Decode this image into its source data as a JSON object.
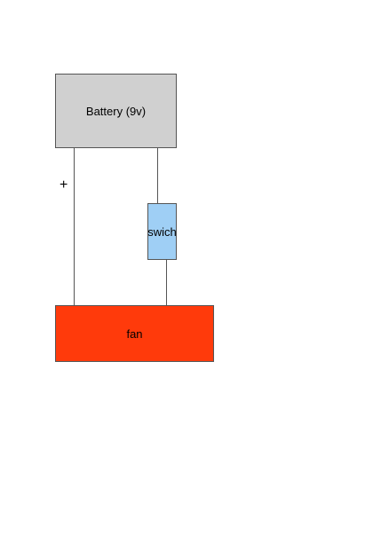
{
  "diagram": {
    "battery": {
      "label": "Battery (9v)",
      "color": "#d0d0d0"
    },
    "switch": {
      "label": "swich",
      "color": "#9fcff5"
    },
    "fan": {
      "label": "fan",
      "color": "#ff3a0b"
    },
    "polarity": {
      "label": "+"
    },
    "wire_color": "#555555"
  }
}
